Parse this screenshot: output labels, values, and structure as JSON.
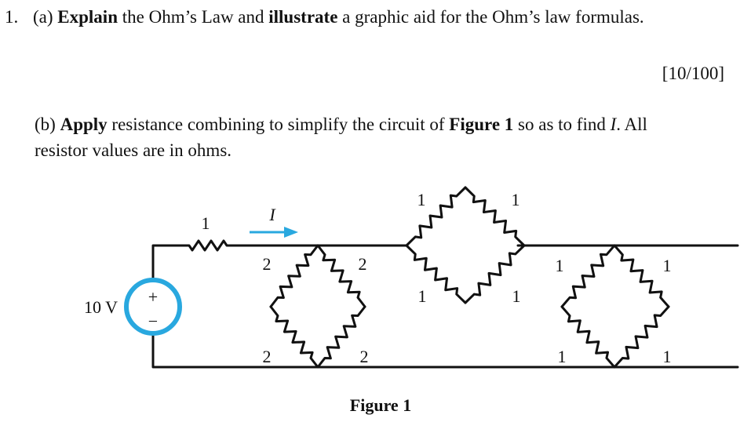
{
  "question": {
    "number": "1.",
    "part_a": {
      "prefix": "(a) ",
      "verb1": "Explain",
      "mid": " the Ohm’s Law and ",
      "verb2": "illustrate",
      "end": " a graphic aid for the Ohm’s law formulas."
    },
    "marks": "[10/100]",
    "part_b": {
      "prefix": "(b) ",
      "verb": "Apply",
      "mid": " resistance combining to simplify the circuit of ",
      "fig_ref": "Figure 1",
      "after": " so as to find ",
      "var": "I",
      "end": ". All",
      "line2": "resistor values are in ohms."
    }
  },
  "figure": {
    "caption": "Figure 1",
    "source_label": "10 V",
    "source_plus": "+",
    "source_minus": "−",
    "current_label": "I",
    "series_resistor": "1",
    "bridge1": [
      "2",
      "2",
      "2",
      "2"
    ],
    "bridge2": [
      "1",
      "1",
      "1",
      "1"
    ],
    "bridge3": [
      "1",
      "1",
      "1",
      "1"
    ],
    "colors": {
      "wire": "#111111",
      "source_ring": "#29a8df",
      "arrow": "#29a8df"
    }
  }
}
